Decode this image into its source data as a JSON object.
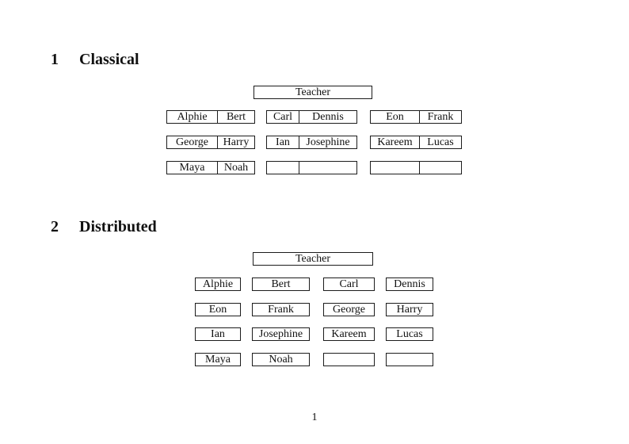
{
  "document": {
    "page_number": "1"
  },
  "colors": {
    "background": "#ffffff",
    "text": "#111111",
    "rule": "#1c1c1c"
  },
  "sections": [
    {
      "number": "1",
      "title": "Classical",
      "teacher_label": "Teacher",
      "columns": [
        {
          "rows": [
            [
              "Alphie",
              "Bert"
            ],
            [
              "George",
              "Harry"
            ],
            [
              "Maya",
              "Noah"
            ]
          ]
        },
        {
          "rows": [
            [
              "Carl",
              "Dennis"
            ],
            [
              "Ian",
              "Josephine"
            ],
            [
              "",
              ""
            ]
          ]
        },
        {
          "rows": [
            [
              "Eon",
              "Frank"
            ],
            [
              "Kareem",
              "Lucas"
            ],
            [
              "",
              ""
            ]
          ]
        }
      ]
    },
    {
      "number": "2",
      "title": "Distributed",
      "teacher_label": "Teacher",
      "columns": [
        {
          "rows": [
            "Alphie",
            "Eon",
            "Ian",
            "Maya"
          ]
        },
        {
          "rows": [
            "Bert",
            "Frank",
            "Josephine",
            "Noah"
          ]
        },
        {
          "rows": [
            "Carl",
            "George",
            "Kareem",
            ""
          ]
        },
        {
          "rows": [
            "Dennis",
            "Harry",
            "Lucas",
            ""
          ]
        }
      ]
    }
  ]
}
